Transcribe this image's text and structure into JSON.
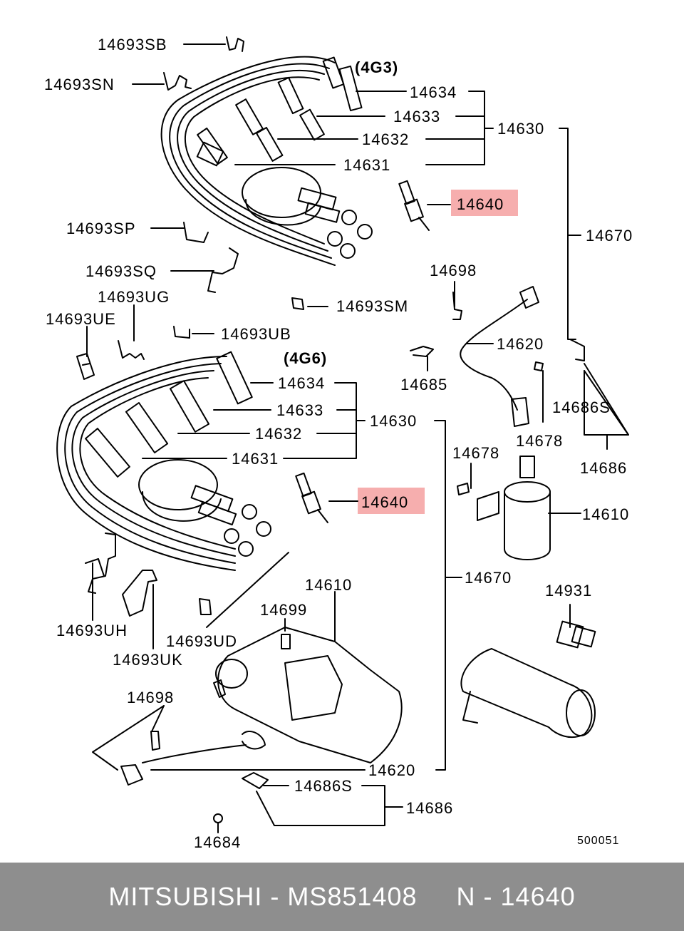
{
  "labels": {
    "p14693SB": "14693SB",
    "p14693SN": "14693SN",
    "eng4G3": "(4G3)",
    "p14634a": "14634",
    "p14633a": "14633",
    "p14632a": "14632",
    "p14631a": "14631",
    "p14630a": "14630",
    "p14640a": "14640",
    "p14693SP": "14693SP",
    "p14670a": "14670",
    "p14693SQ": "14693SQ",
    "p14698a": "14698",
    "p14693UG": "14693UG",
    "p14693SM": "14693SM",
    "p14693UE": "14693UE",
    "p14693UB": "14693UB",
    "p14620a": "14620",
    "eng4G6": "(4G6)",
    "p14685": "14685",
    "p14686Sa": "14686S",
    "p14634b": "14634",
    "p14633b": "14633",
    "p14630b": "14630",
    "p14632b": "14632",
    "p14678a": "14678",
    "p14631b": "14631",
    "p14678b": "14678",
    "p14686a": "14686",
    "p14640b": "14640",
    "p14610a": "14610",
    "p14670b": "14670",
    "p14610b": "14610",
    "p14931": "14931",
    "p14699": "14699",
    "p14693UH": "14693UH",
    "p14693UD": "14693UD",
    "p14693UK": "14693UK",
    "p14698b": "14698",
    "p14620b": "14620",
    "p14686Sb": "14686S",
    "p14686b": "14686",
    "p14684": "14684",
    "code": "500051"
  },
  "footer": {
    "brand": "MITSUBISHI",
    "part_number": "MS851408",
    "ref": "N - 14640"
  },
  "colors": {
    "highlight": "#f4a0a0",
    "footer_bg": "#8e8e8e",
    "footer_text": "#ffffff"
  }
}
